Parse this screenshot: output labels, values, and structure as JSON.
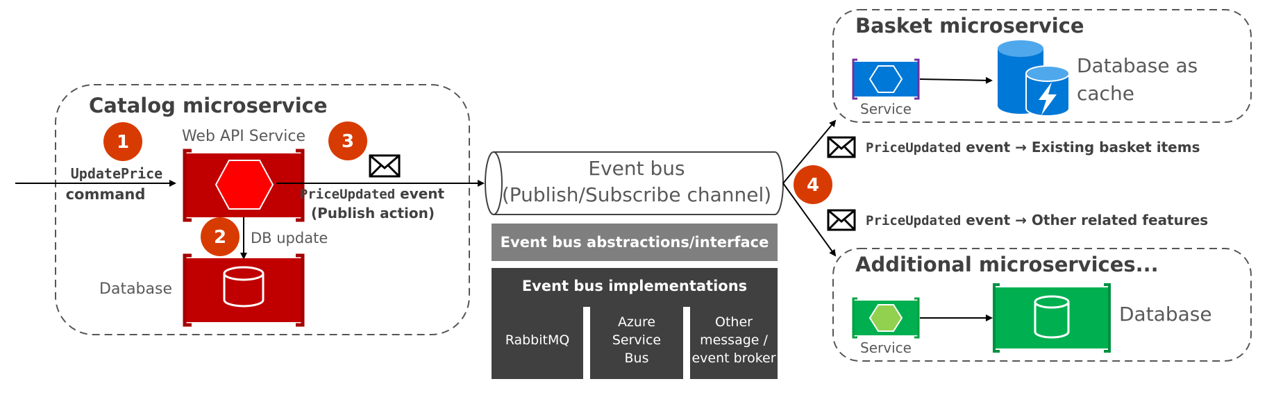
{
  "catalog": {
    "title": "Catalog microservice",
    "web_api_label": "Web API Service",
    "database_label": "Database",
    "db_update_label": "DB update",
    "command_code": "UpdatePrice",
    "command_word": "command",
    "publish_event_code": "PriceUpdated",
    "publish_event_word": " event",
    "publish_action": "(Publish action)"
  },
  "steps": [
    "1",
    "2",
    "3",
    "4"
  ],
  "event_bus": {
    "title": "Event bus",
    "subtitle": "(Publish/Subscribe channel)",
    "abstractions_label": "Event bus abstractions/interface",
    "implementations_title": "Event bus implementations",
    "implementations": [
      [
        "RabbitMQ"
      ],
      [
        "Azure",
        "Service",
        "Bus"
      ],
      [
        "Other",
        "message /",
        "event broker"
      ]
    ]
  },
  "events_out": [
    {
      "code": "PriceUpdated",
      "word": " event",
      "arrow": "→",
      "target": "Existing basket items"
    },
    {
      "code": "PriceUpdated",
      "word": " event",
      "arrow": "→",
      "target": "Other related features"
    }
  ],
  "basket": {
    "title": "Basket microservice",
    "service_label": "Service",
    "db_label_line1": "Database as",
    "db_label_line2": "cache"
  },
  "additional": {
    "title": "Additional microservices...",
    "service_label": "Service",
    "db_label": "Database"
  },
  "colors": {
    "catalog_red": "#c00000",
    "step_badge": "#d83b01",
    "basket_blue": "#0078d7",
    "green": "#00b050",
    "green_hex": "#92d050",
    "gray_light": "#7f7f7f",
    "gray_dark": "#404040"
  }
}
